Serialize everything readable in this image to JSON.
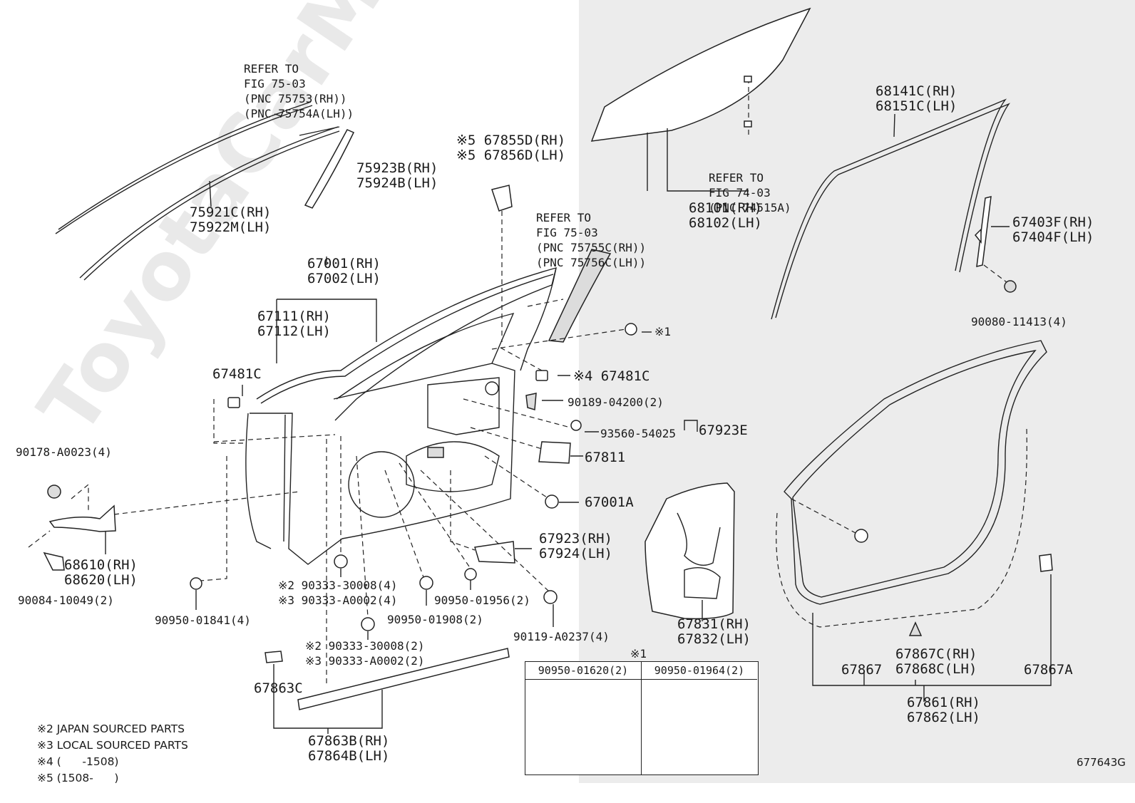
{
  "refs": {
    "top_left": [
      "REFER TO",
      "FIG 75-03",
      "(PNC 75753(RH))",
      "(PNC 75754A(LH))"
    ],
    "center": [
      "REFER TO",
      "FIG 75-03",
      "(PNC 75755C(RH))",
      "(PNC 75756C(LH))"
    ],
    "glass": [
      "REFER TO",
      "FIG 74-03",
      "(PNC 74515A)"
    ]
  },
  "parts": {
    "p75923": [
      "75923B(RH)",
      "75924B(LH)"
    ],
    "p75921": [
      "75921C(RH)",
      "75922M(LH)"
    ],
    "p67855": [
      "※5 67855D(RH)",
      "※5 67856D(LH)"
    ],
    "p68101": [
      "68101(RH)",
      "68102(LH)"
    ],
    "p68141": [
      "68141C(RH)",
      "68151C(LH)"
    ],
    "p67403": [
      "67403F(RH)",
      "67404F(LH)"
    ],
    "p90080": "90080-11413(4)",
    "p67001": [
      "67001(RH)",
      "67002(LH)"
    ],
    "p67111": [
      "67111(RH)",
      "67112(LH)"
    ],
    "p67481_left": "67481C",
    "mark_x1": "※1",
    "p67481_right": "※4 67481C",
    "p90189": "90189-04200(2)",
    "p93560": "93560-54025",
    "p67923E": "67923E",
    "p67811": "67811",
    "p67001A": "67001A",
    "p90178": "90178-A0023(4)",
    "p68610": [
      "68610(RH)",
      "68620(LH)"
    ],
    "p90084": "90084-10049(2)",
    "p90950_01841": "90950-01841(4)",
    "p90333_a": [
      "※2 90333-30008(4)",
      "※3 90333-A0002(4)"
    ],
    "p90950_01908": "90950-01908(2)",
    "p90950_01956": "90950-01956(2)",
    "p67923": [
      "67923(RH)",
      "67924(LH)"
    ],
    "p90119": "90119-A0237(4)",
    "p67831": [
      "67831(RH)",
      "67832(LH)"
    ],
    "p90333_b": [
      "※2 90333-30008(2)",
      "※3 90333-A0002(2)"
    ],
    "p67863C": "67863C",
    "p67863B": [
      "67863B(RH)",
      "67864B(LH)"
    ],
    "p67867": "67867",
    "p67867C": [
      "67867C(RH)",
      "67868C(LH)"
    ],
    "p67867A": "67867A",
    "p67861": [
      "67861(RH)",
      "67862(LH)"
    ]
  },
  "notes": [
    "※2 JAPAN SOURCED PARTS",
    "※3 LOCAL SOURCED PARTS",
    "※4 (      -1508)",
    "※5 (1508-      )"
  ],
  "kit": {
    "title": "※1",
    "col1": "90950-01620(2)",
    "col2": "90950-01964(2)"
  },
  "watermark": "ToyotaCarMine.ru",
  "illustration_code": "677643G"
}
